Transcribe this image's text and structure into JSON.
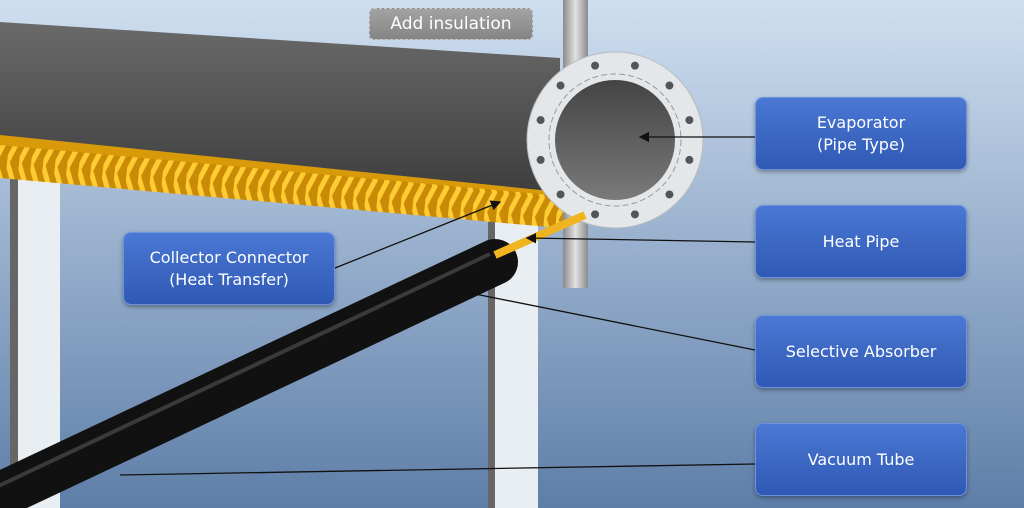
{
  "button": {
    "add_insulation": "Add insulation"
  },
  "labels": {
    "evaporator": [
      "Evaporator",
      "(Pipe Type)"
    ],
    "heat_pipe": [
      "Heat Pipe"
    ],
    "selective_absorber": [
      "Selective Absorber"
    ],
    "vacuum_tube": [
      "Vacuum Tube"
    ],
    "collector_connector": [
      "Collector Connector",
      "(Heat Transfer)"
    ]
  },
  "colors": {
    "label_bg": "#3a64c0",
    "fins": "#e8a910",
    "pipe": "#555555"
  }
}
